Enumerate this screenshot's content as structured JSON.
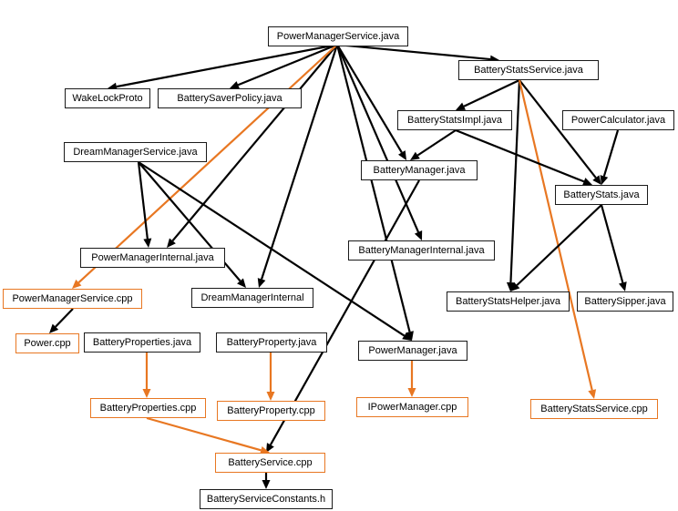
{
  "colors": {
    "java_border": "#1a1a1a",
    "cpp_border": "#e87722",
    "java_edge": "#000000",
    "cpp_edge": "#e87722"
  },
  "nodes": {
    "pms_java": "PowerManagerService.java",
    "wakelock_proto": "WakeLockProto",
    "battery_saver_policy": "BatterySaverPolicy.java",
    "bss_java": "BatteryStatsService.java",
    "bsi_java": "BatteryStatsImpl.java",
    "power_calculator": "PowerCalculator.java",
    "dms_java": "DreamManagerService.java",
    "battery_manager": "BatteryManager.java",
    "battery_stats": "BatteryStats.java",
    "pm_internal": "PowerManagerInternal.java",
    "bm_internal": "BatteryManagerInternal.java",
    "pms_cpp": "PowerManagerService.cpp",
    "dm_internal": "DreamManagerInternal",
    "bs_helper": "BatteryStatsHelper.java",
    "battery_sipper": "BatterySipper.java",
    "power_cpp": "Power.cpp",
    "battery_properties_java": "BatteryProperties.java",
    "battery_property_java": "BatteryProperty.java",
    "power_manager_java": "PowerManager.java",
    "battery_properties_cpp": "BatteryProperties.cpp",
    "battery_property_cpp": "BatteryProperty.cpp",
    "ipower_manager_cpp": "IPowerManager.cpp",
    "bss_cpp": "BatteryStatsService.cpp",
    "battery_service_cpp": "BatteryService.cpp",
    "battery_service_constants": "BatteryServiceConstants.h"
  },
  "edges": [
    {
      "from": "pms_java",
      "to": "wakelock_proto",
      "kind": "java"
    },
    {
      "from": "pms_java",
      "to": "battery_saver_policy",
      "kind": "java"
    },
    {
      "from": "pms_java",
      "to": "bss_java",
      "kind": "java"
    },
    {
      "from": "pms_java",
      "to": "pm_internal",
      "kind": "java"
    },
    {
      "from": "pms_java",
      "to": "dm_internal",
      "kind": "java"
    },
    {
      "from": "pms_java",
      "to": "battery_manager",
      "kind": "java"
    },
    {
      "from": "pms_java",
      "to": "bm_internal",
      "kind": "java"
    },
    {
      "from": "pms_java",
      "to": "power_manager_java",
      "kind": "java"
    },
    {
      "from": "pms_java",
      "to": "pms_cpp",
      "kind": "cpp"
    },
    {
      "from": "bss_java",
      "to": "bsi_java",
      "kind": "java"
    },
    {
      "from": "bss_java",
      "to": "battery_stats",
      "kind": "java"
    },
    {
      "from": "bss_java",
      "to": "bs_helper",
      "kind": "java"
    },
    {
      "from": "bss_java",
      "to": "bss_cpp",
      "kind": "cpp"
    },
    {
      "from": "bsi_java",
      "to": "battery_manager",
      "kind": "java"
    },
    {
      "from": "bsi_java",
      "to": "battery_stats",
      "kind": "java"
    },
    {
      "from": "power_calculator",
      "to": "battery_stats",
      "kind": "java"
    },
    {
      "from": "battery_stats",
      "to": "bs_helper",
      "kind": "java"
    },
    {
      "from": "battery_stats",
      "to": "battery_sipper",
      "kind": "java"
    },
    {
      "from": "dms_java",
      "to": "pm_internal",
      "kind": "java"
    },
    {
      "from": "dms_java",
      "to": "dm_internal",
      "kind": "java"
    },
    {
      "from": "dms_java",
      "to": "power_manager_java",
      "kind": "java"
    },
    {
      "from": "battery_manager",
      "to": "battery_service_cpp",
      "kind": "java"
    },
    {
      "from": "pms_cpp",
      "to": "power_cpp",
      "kind": "java"
    },
    {
      "from": "battery_properties_java",
      "to": "battery_properties_cpp",
      "kind": "cpp"
    },
    {
      "from": "battery_property_java",
      "to": "battery_property_cpp",
      "kind": "cpp"
    },
    {
      "from": "power_manager_java",
      "to": "ipower_manager_cpp",
      "kind": "cpp"
    },
    {
      "from": "battery_properties_cpp",
      "to": "battery_service_cpp",
      "kind": "cpp"
    },
    {
      "from": "battery_service_cpp",
      "to": "battery_service_constants",
      "kind": "java"
    }
  ]
}
